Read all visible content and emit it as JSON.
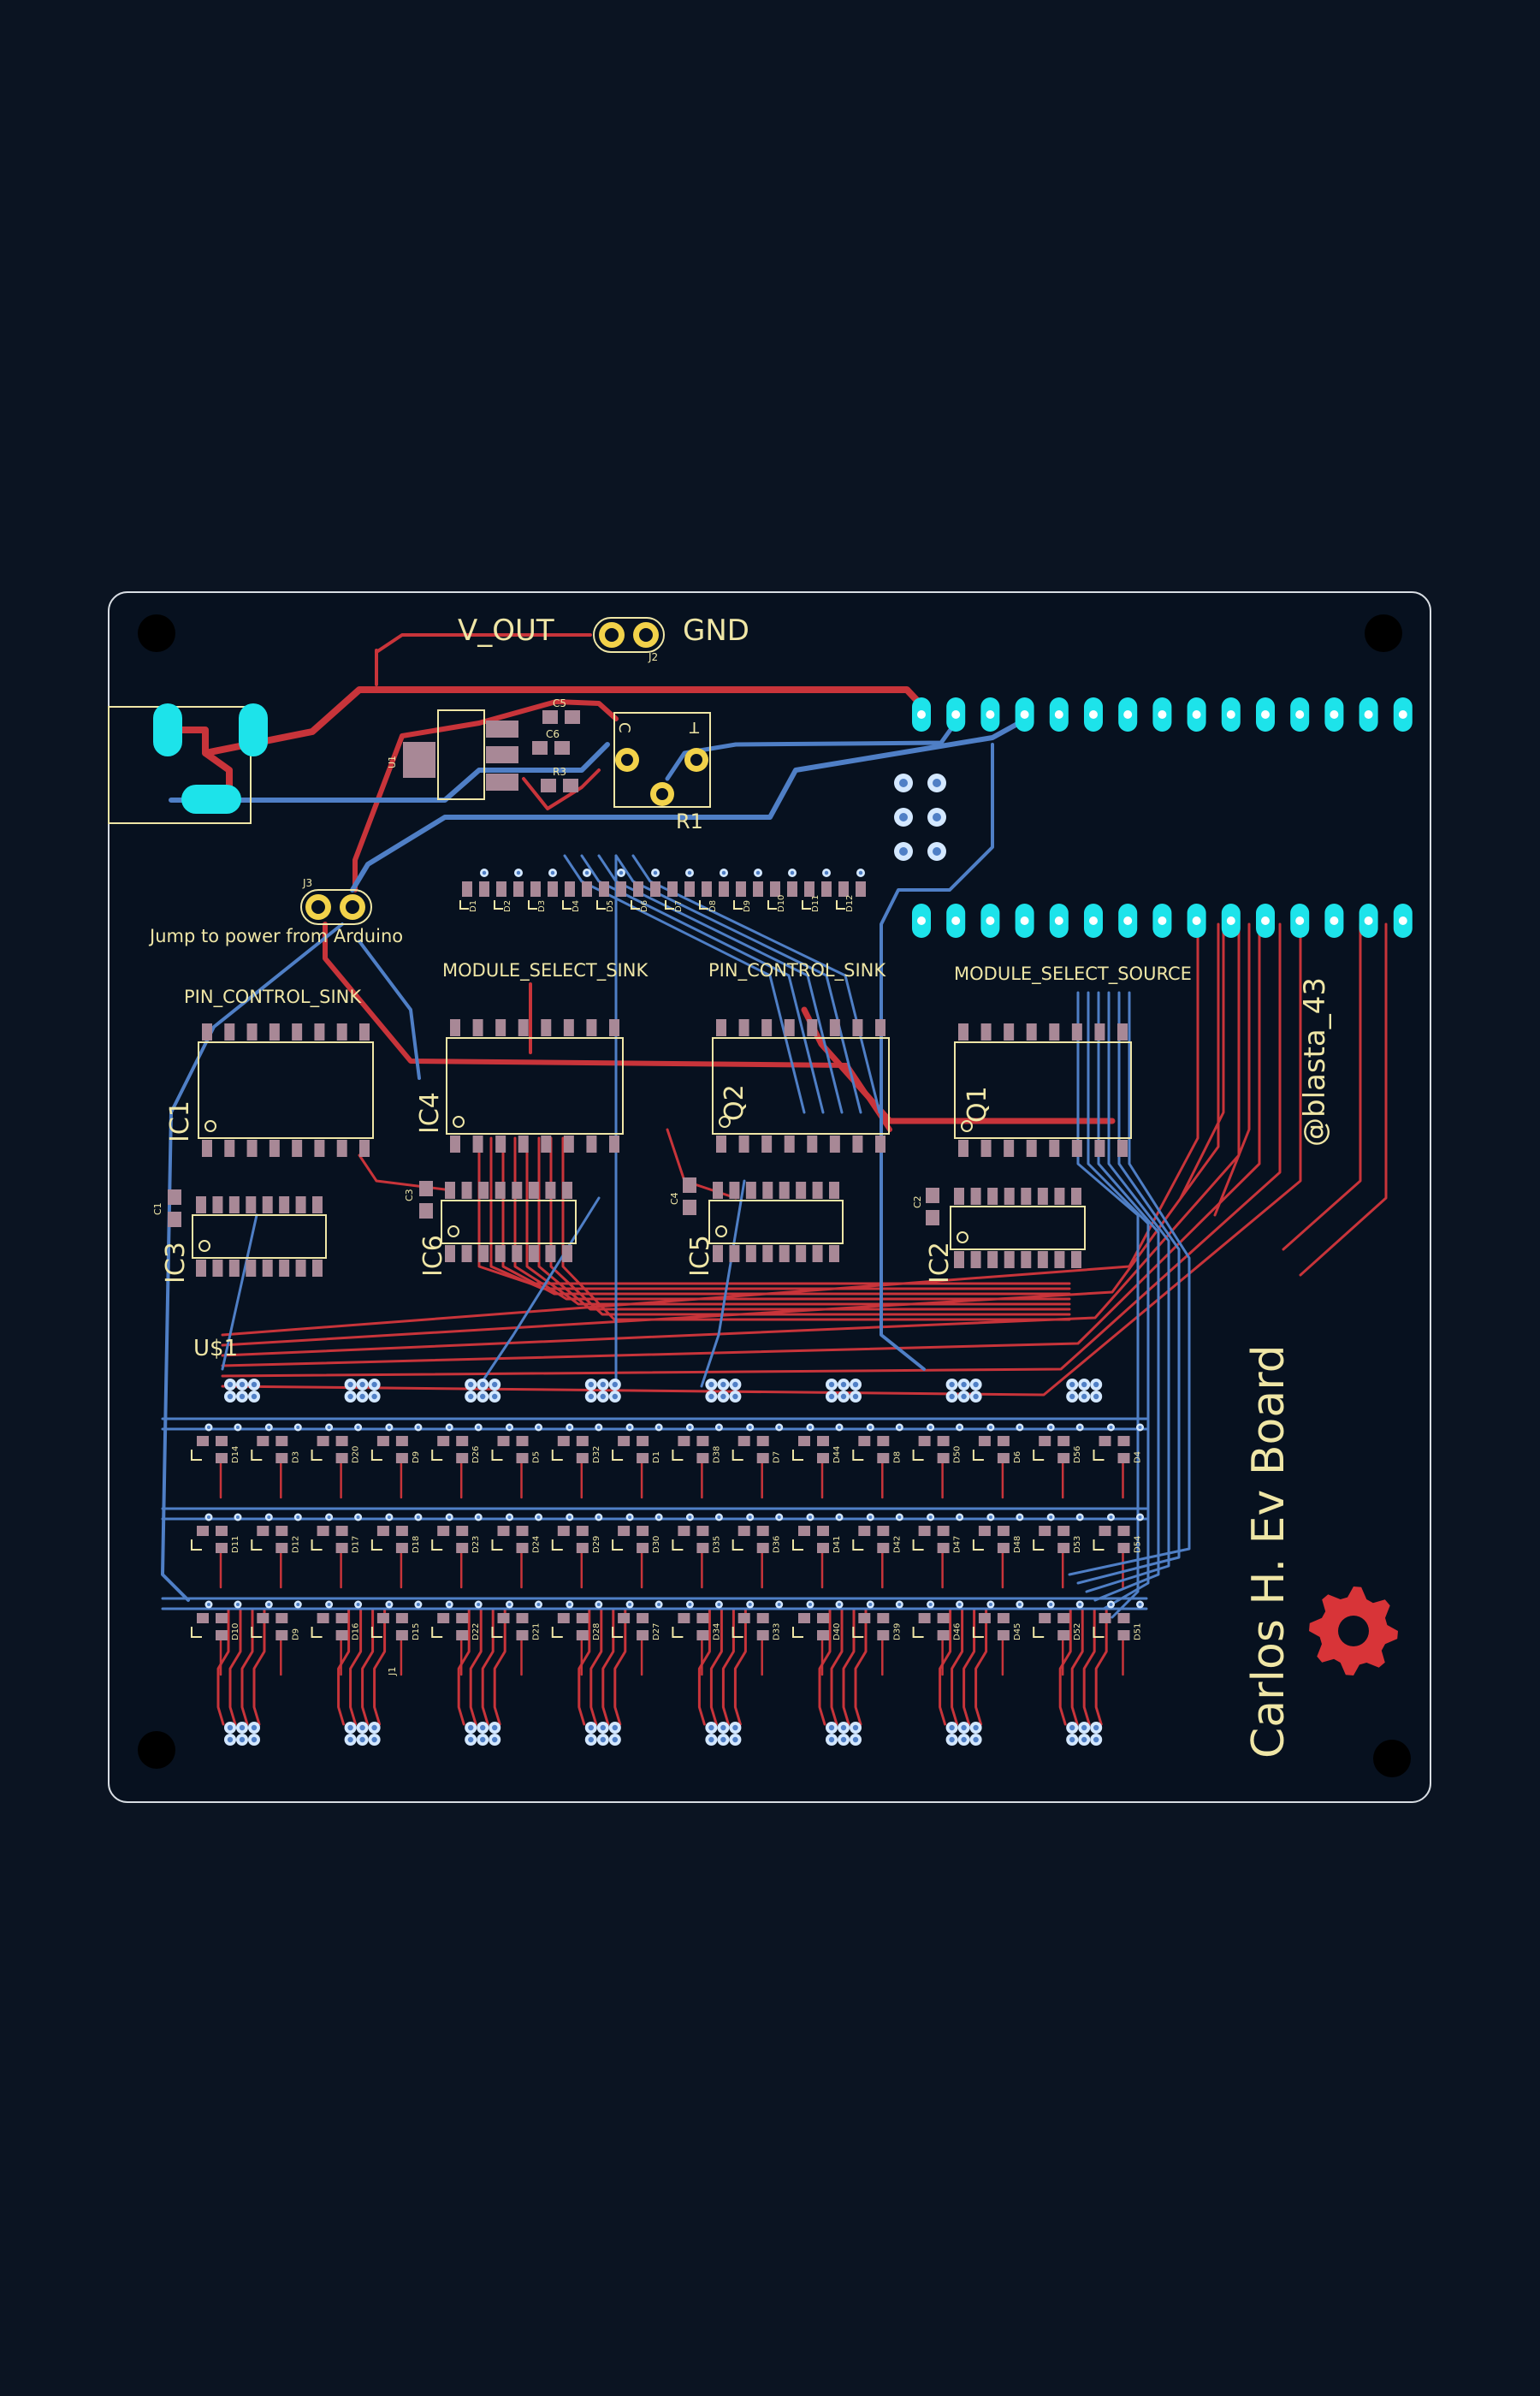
{
  "colors": {
    "background": "#0b1422",
    "board": "#07111f",
    "outline": "#d8dde3",
    "silk": "#efe6a6",
    "top_copper": "#c8343a",
    "bottom_copper": "#4f7fc6",
    "pad": "#a88896",
    "hole_pad": "#1de3ea",
    "via_ring": "#d4e8ff",
    "logo": "#d83438"
  },
  "labels": {
    "v_out": "V_OUT",
    "gnd": "GND",
    "j2": "J2",
    "r1": "R1",
    "j3": "J3",
    "jump": "Jump to power from Arduino",
    "pin_control_sink_1": "PIN_CONTROL_SINK",
    "module_select_sink": "MODULE_SELECT_SINK",
    "pin_control_sink_2": "PIN_CONTROL_SINK",
    "module_select_source": "MODULE_SELECT_SOURCE",
    "ic1": "IC1",
    "ic4": "IC4",
    "q2": "Q2",
    "q1": "Q1",
    "ic3": "IC3",
    "ic6": "IC6",
    "ic5": "IC5",
    "ic2": "IC2",
    "us1": "U$1",
    "board_name": "Carlos H. Ev Board",
    "handle": "@blasta_43",
    "c1": "C1",
    "c2": "C2",
    "c3": "C3",
    "c4": "C4",
    "c5": "C5",
    "c6": "C6",
    "r3": "R3",
    "u1": "U1",
    "reg_t": "T",
    "reg_c": "C",
    "j1": "J1"
  },
  "top_resistors": [
    "D1",
    "D2",
    "D3",
    "D4",
    "D5",
    "D6",
    "D7",
    "D8",
    "D9",
    "D10",
    "D11",
    "D12"
  ],
  "led_rows": [
    [
      "D14",
      "D3",
      "D20",
      "D9",
      "D26",
      "D5",
      "D32",
      "D1",
      "D38",
      "D7",
      "D44",
      "D8",
      "D50",
      "D6",
      "D56",
      "D4"
    ],
    [
      "D11",
      "D12",
      "D17",
      "D18",
      "D23",
      "D24",
      "D29",
      "D30",
      "D35",
      "D36",
      "D41",
      "D42",
      "D47",
      "D48",
      "D53",
      "D54"
    ],
    [
      "D10",
      "D9",
      "D16",
      "D15",
      "D22",
      "D21",
      "D28",
      "D27",
      "D34",
      "D33",
      "D40",
      "D39",
      "D46",
      "D45",
      "D52",
      "D51"
    ]
  ],
  "icons": {
    "mounting_hole": "mounting-hole-icon",
    "logo": "open-hardware-gear-icon"
  }
}
